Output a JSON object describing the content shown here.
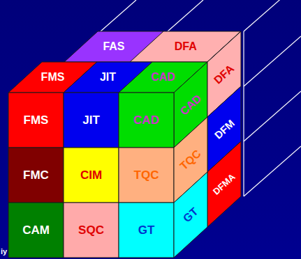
{
  "diagram": {
    "nodes": [
      {
        "text": [
          "FAS"
        ]
      },
      {
        "text": [
          "DFA"
        ]
      },
      {
        "text": [
          "FMS"
        ]
      },
      {
        "text": [
          "JIT"
        ]
      },
      {
        "text": [
          "CAD"
        ]
      },
      {
        "text": [
          "CAD"
        ]
      },
      {
        "text": [
          "DFA"
        ]
      },
      {
        "text": [
          "FMS"
        ]
      },
      {
        "text": [
          "JIT"
        ]
      },
      {
        "text": [
          "CAD"
        ]
      },
      {
        "text": [
          "DFM"
        ]
      },
      {
        "text": [
          "FMC"
        ]
      },
      {
        "text": [
          "CIM"
        ]
      },
      {
        "text": [
          "TQC"
        ]
      },
      {
        "text": [
          "TQC"
        ]
      },
      {
        "text": [
          "DFMA"
        ]
      },
      {
        "text": [
          "CAM"
        ]
      },
      {
        "text": [
          "SQC"
        ]
      },
      {
        "text": [
          "GT"
        ]
      },
      {
        "text": [
          "GT"
        ]
      }
    ],
    "labels": [
      "iy"
    ]
  }
}
